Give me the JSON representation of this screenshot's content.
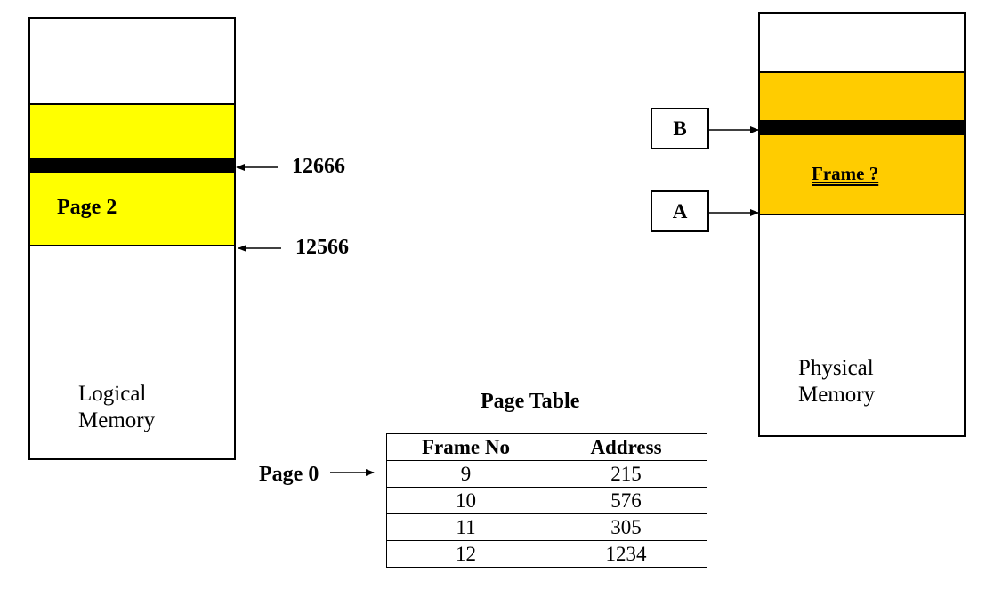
{
  "logical_memory": {
    "label_line1": "Logical",
    "label_line2": "Memory",
    "page_label": "Page 2",
    "address_top": "12666",
    "address_bottom": "12566",
    "page_fill_color": "#ffff00"
  },
  "physical_memory": {
    "label_line1": "Physical",
    "label_line2": "Memory",
    "frame_label": "Frame ?",
    "frame_fill_color": "#ffcc00",
    "pointer_b": "B",
    "pointer_a": "A"
  },
  "page_table": {
    "title": "Page Table",
    "pointer_label": "Page 0",
    "headers": [
      "Frame No",
      "Address"
    ],
    "rows": [
      [
        "9",
        "215"
      ],
      [
        "10",
        "576"
      ],
      [
        "11",
        "305"
      ],
      [
        "12",
        "1234"
      ]
    ]
  }
}
